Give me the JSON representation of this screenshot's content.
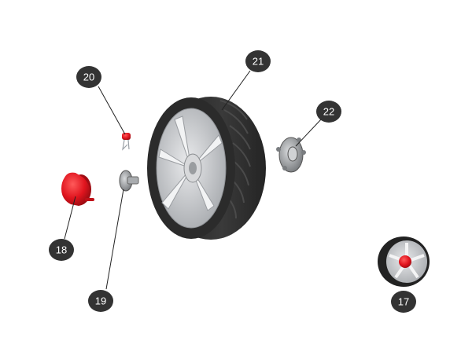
{
  "callouts": {
    "c17": "17",
    "c18": "18",
    "c19": "19",
    "c20": "20",
    "c21": "21",
    "c22": "22"
  },
  "colors": {
    "callout_fill": "#333333",
    "leader_line": "#222222",
    "tire": "#2a2a2a",
    "rim": "#c4c6c9",
    "red_part": "#e0141e",
    "metal": "#8a8d90"
  }
}
